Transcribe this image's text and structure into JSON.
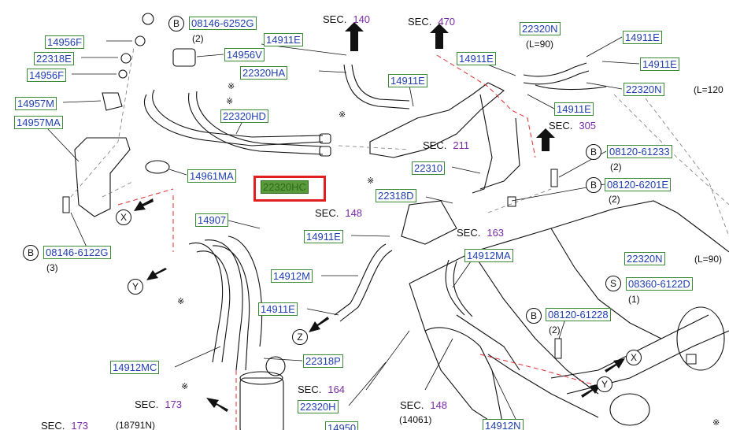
{
  "diagram": {
    "parts": [
      {
        "id": "p1",
        "text": "08146-6252G"
      },
      {
        "id": "p2",
        "text": "14956F"
      },
      {
        "id": "p3",
        "text": "22318E"
      },
      {
        "id": "p4",
        "text": "14956F"
      },
      {
        "id": "p5",
        "text": "14957M"
      },
      {
        "id": "p6",
        "text": "14957MA"
      },
      {
        "id": "p7",
        "text": "14911E"
      },
      {
        "id": "p8",
        "text": "14956V"
      },
      {
        "id": "p9",
        "text": "22320HA"
      },
      {
        "id": "p10",
        "text": "22320HD"
      },
      {
        "id": "p11",
        "text": "14961MA"
      },
      {
        "id": "p12",
        "text": "22320HC",
        "selected": true
      },
      {
        "id": "p13",
        "text": "14911E"
      },
      {
        "id": "p14",
        "text": "22320N"
      },
      {
        "id": "p15",
        "text": "14911E"
      },
      {
        "id": "p16",
        "text": "14911E"
      },
      {
        "id": "p17",
        "text": "14911E"
      },
      {
        "id": "p18",
        "text": "22320N"
      },
      {
        "id": "p19",
        "text": "14911E"
      },
      {
        "id": "p20",
        "text": "08120-61233"
      },
      {
        "id": "p21",
        "text": "22310"
      },
      {
        "id": "p22",
        "text": "08120-6201E"
      },
      {
        "id": "p23",
        "text": "22318D"
      },
      {
        "id": "p24",
        "text": "14907"
      },
      {
        "id": "p25",
        "text": "14911E"
      },
      {
        "id": "p26",
        "text": "14912MA"
      },
      {
        "id": "p27",
        "text": "22320N"
      },
      {
        "id": "p28",
        "text": "08360-6122D"
      },
      {
        "id": "p29",
        "text": "08146-6122G"
      },
      {
        "id": "p30",
        "text": "14912M"
      },
      {
        "id": "p31",
        "text": "14911E"
      },
      {
        "id": "p32",
        "text": "08120-61228"
      },
      {
        "id": "p33",
        "text": "22318P"
      },
      {
        "id": "p34",
        "text": "14912MC"
      },
      {
        "id": "p35",
        "text": "22320H"
      },
      {
        "id": "p36",
        "text": "14950"
      },
      {
        "id": "p37",
        "text": "14912N"
      }
    ],
    "sections": [
      {
        "id": "s1",
        "label": "SEC.",
        "num": "140"
      },
      {
        "id": "s2",
        "label": "SEC.",
        "num": "470"
      },
      {
        "id": "s3",
        "label": "SEC.",
        "num": "305"
      },
      {
        "id": "s4",
        "label": "SEC.",
        "num": "211"
      },
      {
        "id": "s5",
        "label": "SEC.",
        "num": "148"
      },
      {
        "id": "s6",
        "label": "SEC.",
        "num": "163"
      },
      {
        "id": "s7",
        "label": "SEC.",
        "num": "164"
      },
      {
        "id": "s8",
        "label": "SEC.",
        "num": "148"
      },
      {
        "id": "s9",
        "label": "SEC.",
        "num": "173"
      },
      {
        "id": "s10",
        "label": "SEC.",
        "num": "173"
      }
    ],
    "notes": [
      {
        "id": "n1",
        "text": "(2)"
      },
      {
        "id": "n2",
        "text": "(L=90)"
      },
      {
        "id": "n3",
        "text": "(L=120"
      },
      {
        "id": "n4",
        "text": "(2)"
      },
      {
        "id": "n5",
        "text": "(2)"
      },
      {
        "id": "n6",
        "text": "(L=90)"
      },
      {
        "id": "n7",
        "text": "(1)"
      },
      {
        "id": "n8",
        "text": "(3)"
      },
      {
        "id": "n9",
        "text": "(2)"
      },
      {
        "id": "n10",
        "text": "(14061)"
      },
      {
        "id": "n11",
        "text": "(18791N)"
      }
    ],
    "markers": [
      {
        "id": "m1",
        "text": "B"
      },
      {
        "id": "m2",
        "text": "B"
      },
      {
        "id": "m3",
        "text": "B"
      },
      {
        "id": "m4",
        "text": "S"
      },
      {
        "id": "m5",
        "text": "B"
      },
      {
        "id": "m6",
        "text": "B"
      },
      {
        "id": "m7",
        "text": "X"
      },
      {
        "id": "m8",
        "text": "Y"
      },
      {
        "id": "m9",
        "text": "Z"
      },
      {
        "id": "m10",
        "text": "X"
      },
      {
        "id": "m11",
        "text": "Y"
      }
    ],
    "stars": [
      {
        "id": "st1",
        "text": "※"
      },
      {
        "id": "st2",
        "text": "※"
      },
      {
        "id": "st3",
        "text": "※"
      },
      {
        "id": "st4",
        "text": "※"
      },
      {
        "id": "st5",
        "text": "※"
      },
      {
        "id": "st6",
        "text": "※"
      },
      {
        "id": "st7",
        "text": "※"
      }
    ],
    "colors": {
      "label_text": "#1f3fb0",
      "label_border": "#3a8a3a",
      "selected_fill": "#5a9a3a",
      "highlight": "#e02020",
      "section_number": "#7a2aa8",
      "dashed_line": "#e03030"
    }
  }
}
